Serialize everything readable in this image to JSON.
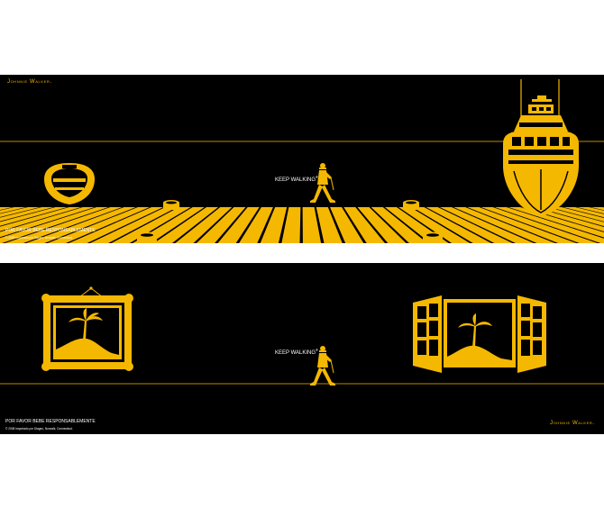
{
  "brand": "Johnnie Walker.",
  "tagline": "KEEP WALKING",
  "tagline_mark": "®",
  "legal_line": "POR FAVOR BEBE RESPONSABLEMENTE",
  "legal_subline": "© 2008 Importado por Diageo, Norwalk, Connecticut.",
  "colors": {
    "background": "#000000",
    "accent": "#f5b800",
    "text": "#ffffff"
  },
  "panels": [
    {
      "scene": "dock",
      "icons": [
        "rowboat-icon",
        "bollard-icon",
        "striding-man-icon",
        "yacht-icon"
      ]
    },
    {
      "scene": "gallery",
      "icons": [
        "framed-island-painting-icon",
        "striding-man-icon",
        "open-window-island-icon"
      ]
    }
  ]
}
